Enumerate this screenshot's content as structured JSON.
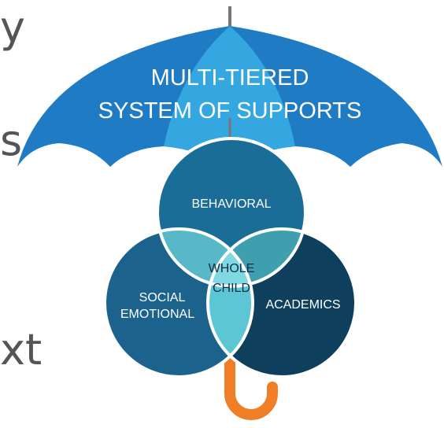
{
  "background_fragments": [
    "y",
    "s",
    "xt"
  ],
  "umbrella": {
    "title_line1": "MULTI-TIERED",
    "title_line2": "SYSTEM OF SUPPORTS",
    "colors": {
      "canopy": "#1f7bc4",
      "canopy_center": "#34a7e0",
      "handle": "#f07e26",
      "shaft": "#777777"
    }
  },
  "venn": {
    "top": "BEHAVIORAL",
    "left_line1": "SOCIAL",
    "left_line2": "EMOTIONAL",
    "right": "ACADEMICS",
    "center_line1": "WHOLE",
    "center_line2": "CHILD",
    "colors": {
      "top": "#1a6d97",
      "left": "#1b628d",
      "right": "#0e3f5c",
      "overlap": "#58b8c8",
      "center": "#7fd8e2"
    }
  }
}
